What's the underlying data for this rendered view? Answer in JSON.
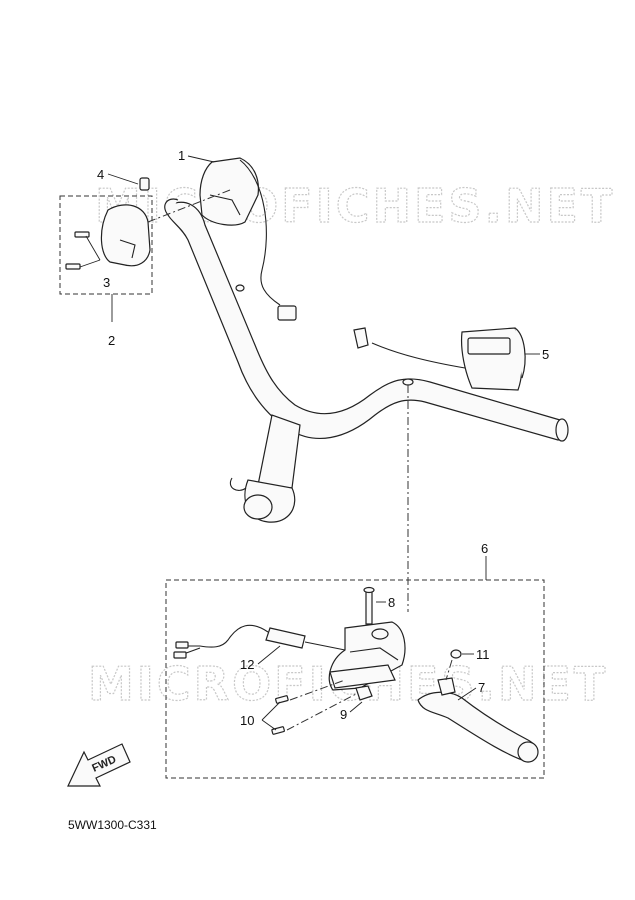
{
  "watermark": "MICROFICHES.NET",
  "diagram_code": "5WW1300-C331",
  "fwd_label": "FWD",
  "callouts": {
    "c1": "1",
    "c2": "2",
    "c3": "3",
    "c4": "4",
    "c5": "5",
    "c6": "6",
    "c7": "7",
    "c8": "8",
    "c9": "9",
    "c10": "10",
    "c11": "11",
    "c12": "12"
  }
}
